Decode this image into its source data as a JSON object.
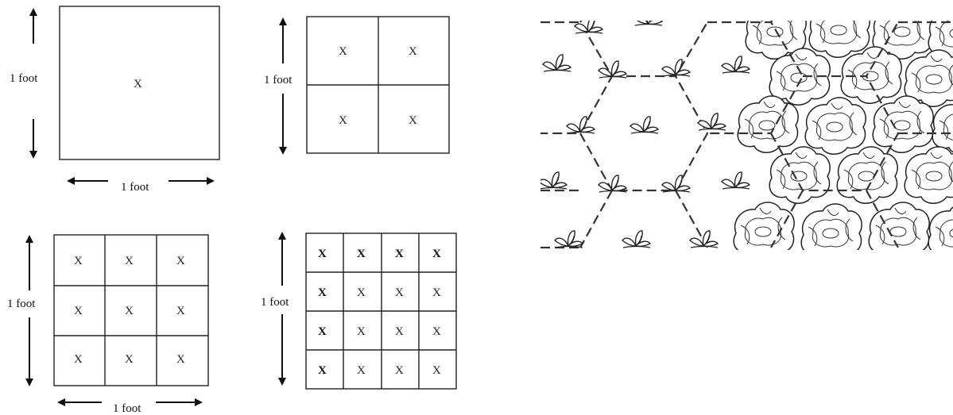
{
  "labels": {
    "unit": "1 foot",
    "cell_mark": "X"
  },
  "grids": [
    {
      "id": "1x1",
      "size": 1,
      "bold_cells": []
    },
    {
      "id": "2x2",
      "size": 2,
      "bold_cells": []
    },
    {
      "id": "3x3",
      "size": 3,
      "bold_cells": []
    },
    {
      "id": "4x4",
      "size": 4,
      "bold_cells": [
        [
          0,
          0
        ],
        [
          0,
          1
        ],
        [
          0,
          2
        ],
        [
          0,
          3
        ],
        [
          1,
          0
        ],
        [
          2,
          0
        ],
        [
          3,
          0
        ]
      ]
    }
  ],
  "illustration": {
    "left_pattern": "seedling",
    "right_pattern": "lettuce-head",
    "grid": "dashed-hexagon"
  }
}
